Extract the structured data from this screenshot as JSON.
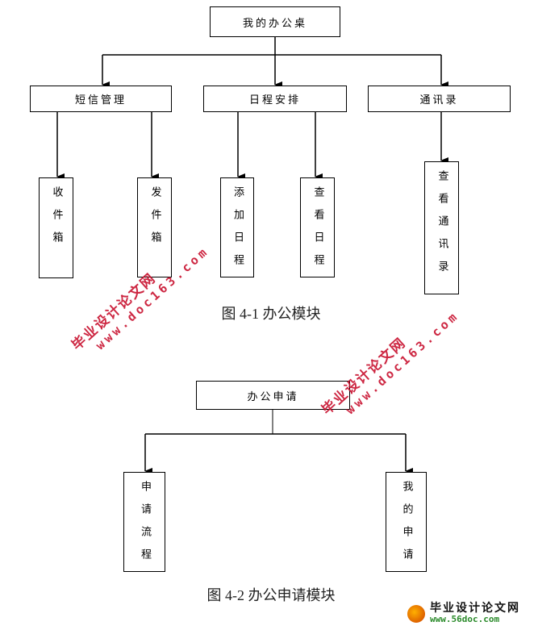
{
  "figure1": {
    "root": "我的办公桌",
    "branches": [
      {
        "label": "短信管理",
        "children": [
          "收件箱",
          "发件箱"
        ]
      },
      {
        "label": "日程安排",
        "children": [
          "添加日程",
          "查看日程"
        ]
      },
      {
        "label": "通讯录",
        "children": [
          "查看通讯录"
        ]
      }
    ],
    "caption": "图 4-1 办公模块"
  },
  "figure2": {
    "root": "办公申请",
    "children": [
      "申请流程",
      "我的申请"
    ],
    "caption": "图 4-2 办公申请模块"
  },
  "watermark": {
    "name": "毕业设计论文网",
    "url": "www.doc163.com"
  },
  "logo": {
    "name": "毕业设计论文网",
    "url": "www.56doc.com"
  }
}
